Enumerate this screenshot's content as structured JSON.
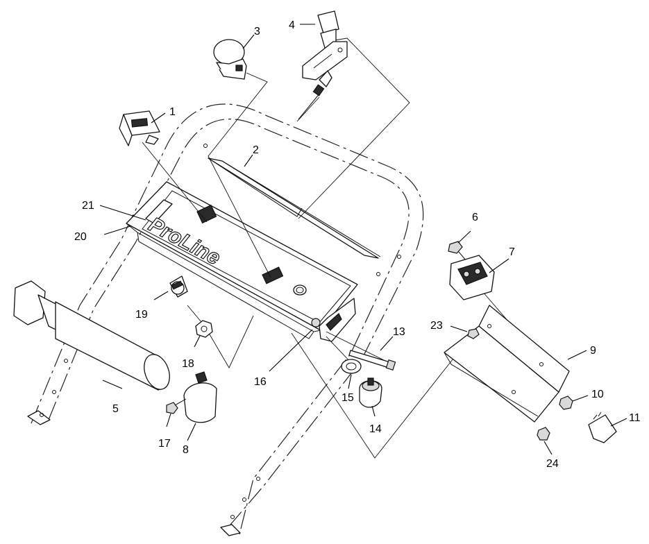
{
  "diagram": {
    "brand_text": "ProLine",
    "callouts": [
      "1",
      "2",
      "3",
      "4",
      "5",
      "6",
      "7",
      "8",
      "9",
      "10",
      "11",
      "13",
      "14",
      "15",
      "16",
      "17",
      "18",
      "19",
      "20",
      "21",
      "23",
      "24"
    ]
  }
}
